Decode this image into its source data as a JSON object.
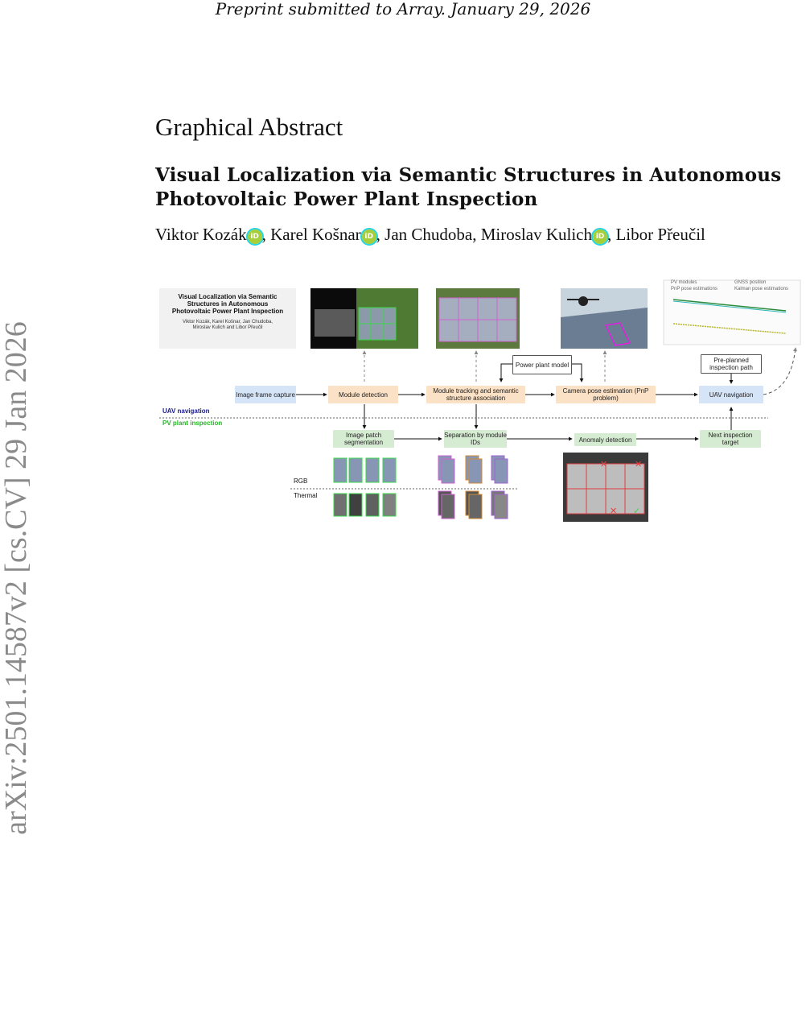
{
  "header": {
    "text": "Preprint submitted to Array. January 29, 2026"
  },
  "sidebar": {
    "text": "arXiv:2501.14587v2  [cs.CV]  29 Jan 2026"
  },
  "section": {
    "title": "Graphical Abstract"
  },
  "paper": {
    "title": "Visual Localization via Semantic Structures in Autonomous Photovoltaic Power Plant Inspection",
    "authors": [
      {
        "name": "Viktor Kozák",
        "orcid": true
      },
      {
        "name": "Karel Košnar",
        "orcid": true
      },
      {
        "name": "Jan Chudoba",
        "orcid": false
      },
      {
        "name": "Miroslav Kulich",
        "orcid": true
      },
      {
        "name": "Libor Přeučil",
        "orcid": false
      }
    ],
    "orcid_label": "iD"
  },
  "figure": {
    "thumb_title": "Visual Localization via Semantic Structures in Autonomous Photovoltaic Power Plant Inspection",
    "thumb_authors": "Viktor Kozák, Karel Košnar, Jan Chudoba, Miroslav Kulich and Libor Přeučil",
    "boxes": {
      "capture": "Image frame capture",
      "detect": "Module detection",
      "track": "Module tracking and semantic structure association",
      "model": "Power plant model",
      "pose": "Camera pose estimation (PnP problem)",
      "path": "Pre-planned inspection path",
      "nav": "UAV navigation",
      "seg": "Image patch segmentation",
      "sep": "Separation by module IDs",
      "anom": "Anomaly detection",
      "next": "Next inspection target"
    },
    "lanes": {
      "uav": "UAV navigation",
      "pv": "PV plant inspection"
    },
    "rows": {
      "rgb": "RGB",
      "thermal": "Thermal"
    },
    "legend": [
      "PV modules",
      "GNSS position",
      "PnP pose estimations",
      "Kalman pose estimations"
    ],
    "colors": {
      "lane_uav": "#1a1a8c",
      "lane_pv": "#2ab52a",
      "detect_outline": "#3ad84a",
      "track_outline": "#d060d0",
      "anomaly_mark": "#e04040"
    }
  }
}
